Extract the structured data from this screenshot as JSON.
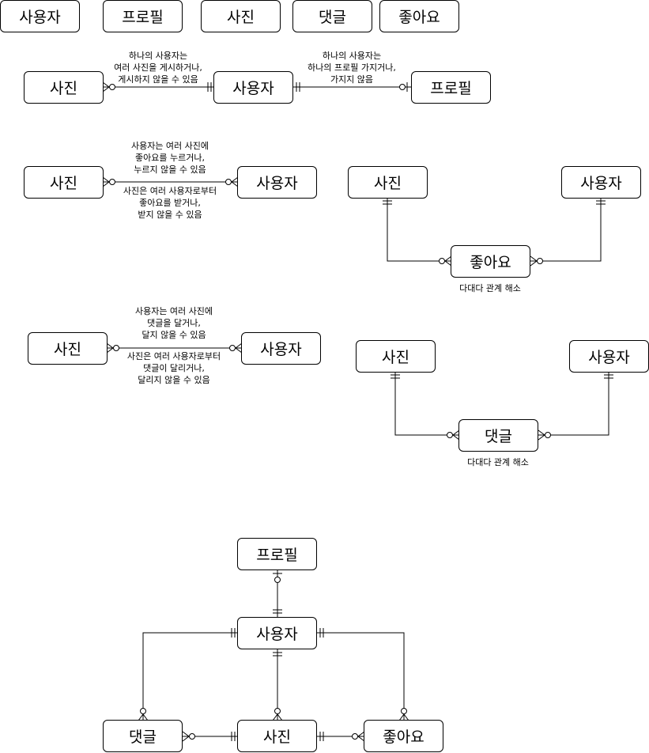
{
  "legend": {
    "user": "사용자",
    "profile": "프로필",
    "photo": "사진",
    "comment": "댓글",
    "like": "좋아요"
  },
  "diagram1": {
    "photo": "사진",
    "user": "사용자",
    "profile": "프로필",
    "note_photo_user": "하나의 사용자는\n여러 사진을 게시하거나,\n게시하지 않을 수 있음",
    "note_user_profile": "하나의 사용자는\n하나의 프로필 가지거나,\n가지지 않음"
  },
  "diagram2": {
    "photo": "사진",
    "user": "사용자",
    "note_top": "사용자는 여러 사진에\n좋아요를 누르거나,\n누르지 않을 수 있음",
    "note_bottom": "사진은 여러 사용자로부터\n좋아요를 받거나,\n받지 않을 수 있음"
  },
  "diagram3": {
    "photo": "사진",
    "user": "사용자",
    "like": "좋아요",
    "caption": "다대다 관계 해소"
  },
  "diagram4": {
    "photo": "사진",
    "user": "사용자",
    "note_top": "사용자는 여러 사진에\n댓글을 달거나,\n달지 않을 수 있음",
    "note_bottom": "사진은 여러 사용자로부터\n댓글이 달리거나,\n달리지 않을 수 있음"
  },
  "diagram5": {
    "photo": "사진",
    "user": "사용자",
    "comment": "댓글",
    "caption": "다대다 관계 해소"
  },
  "diagram6": {
    "profile": "프로필",
    "user": "사용자",
    "comment": "댓글",
    "photo": "사진",
    "like": "좋아요"
  }
}
